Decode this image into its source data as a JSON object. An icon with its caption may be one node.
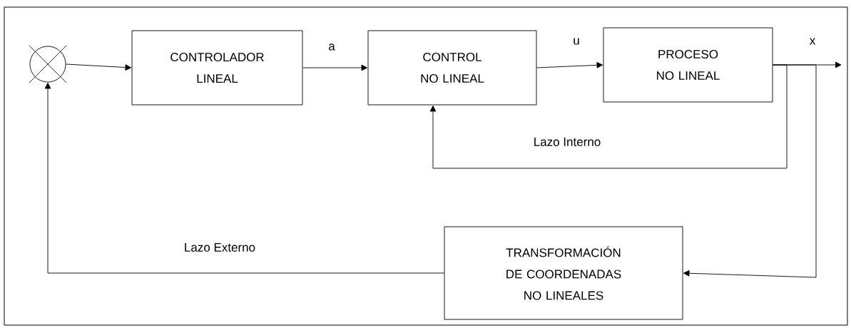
{
  "diagram": {
    "nodes": [
      {
        "text": [],
        "shape": "circle"
      },
      {
        "text": [
          "CONTROLADOR LINEAL"
        ]
      },
      {
        "text": [
          "CONTROL NO LINEAL"
        ]
      },
      {
        "text": [
          "PROCESO NO LINEAL"
        ]
      },
      {
        "text": [
          "TRANSFORMACIÓN DE COORDENADAS NO LINEALES"
        ]
      }
    ],
    "edges": [
      {
        "from": 0,
        "to": 1,
        "arrow": "to"
      },
      {
        "from": 1,
        "to": 2,
        "arrow": "to",
        "label": "a"
      },
      {
        "from": 2,
        "to": 3,
        "arrow": "to",
        "label": "u"
      },
      {
        "from": 3,
        "to": null,
        "arrow": "to",
        "label": "x"
      },
      {
        "from": 3,
        "to": 2,
        "arrow": "to",
        "label": "Lazo Interno"
      },
      {
        "from": 3,
        "to": 4,
        "arrow": "to"
      },
      {
        "from": 4,
        "to": 0,
        "arrow": "to",
        "label": "Lazo Externo"
      }
    ]
  }
}
